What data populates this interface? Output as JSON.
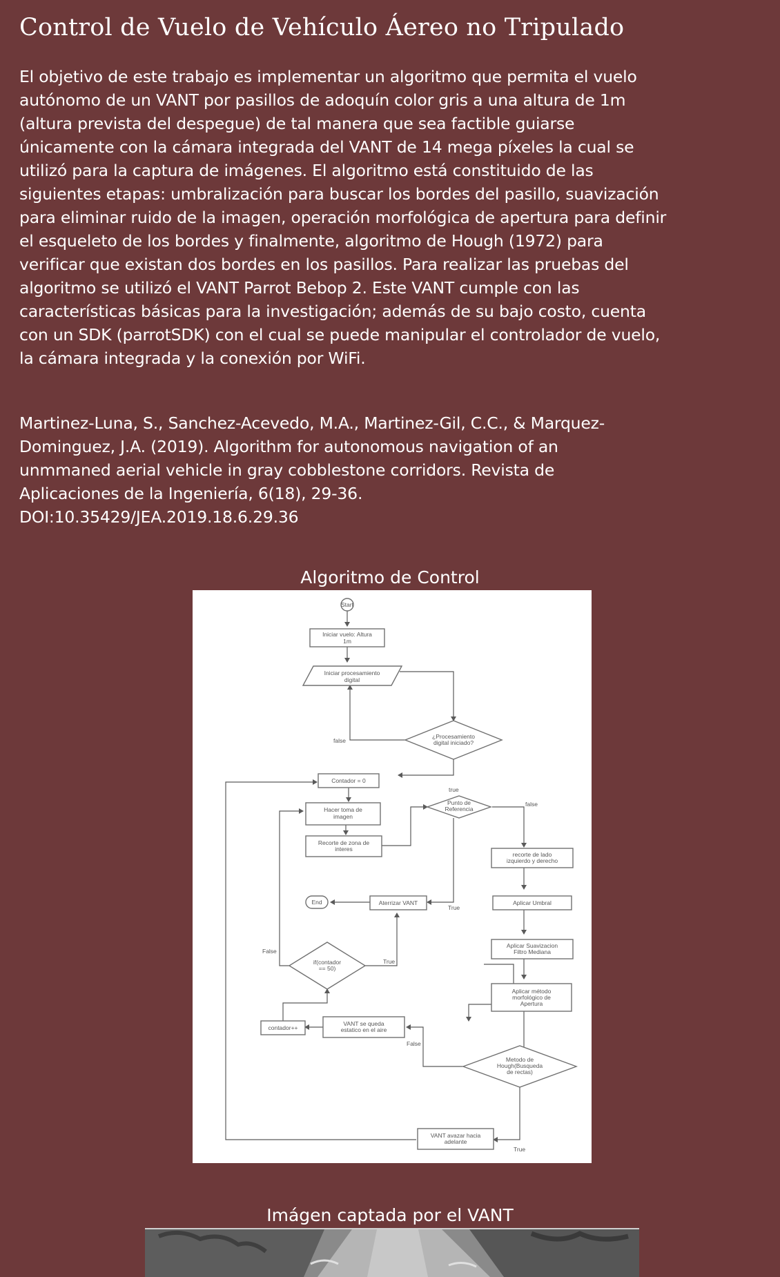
{
  "header": {
    "title": "Control de Vuelo de Vehículo Áereo no Tripulado"
  },
  "abstract": {
    "text": "El objetivo de este trabajo es implementar un algoritmo que permita el vuelo autónomo de un VANT por pasillos de adoquín color gris a una altura de 1m (altura prevista del despegue) de tal manera que sea factible guiarse únicamente con la cámara integrada del VANT de 14 mega píxeles la cual se utilizó para la captura de imágenes. El algoritmo está constituido de las siguientes etapas: umbralización para buscar los bordes del pasillo, suavización para eliminar ruido de la imagen, operación morfológica de apertura para definir el esqueleto de los bordes y finalmente, algoritmo de Hough (1972) para verificar que existan dos bordes en los pasillos. Para realizar las pruebas del algoritmo se utilizó el VANT Parrot Bebop 2. Este VANT cumple con las características básicas para la investigación; además de su bajo costo, cuenta con un SDK (parrotSDK) con el cual se puede manipular el controlador de vuelo, la cámara integrada y la conexión por WiFi."
  },
  "citation": {
    "text": "Martinez-Luna, S., Sanchez-Acevedo, M.A., Martinez-Gil, C.C., & Marquez-Dominguez, J.A. (2019). Algorithm for autonomous navigation of an unmmaned aerial vehicle in gray cobblestone corridors. Revista de Aplicaciones de la Ingeniería, 6(18), 29-36.",
    "doi": "DOI:10.35429/JEA.2019.18.6.29.36"
  },
  "figure1": {
    "title": "Algoritmo de Control",
    "nodes": {
      "start": "Start",
      "init_flight_l1": "Iniciar vuelo: Altura",
      "init_flight_l2": "1m",
      "init_proc_l1": "Iniciar procesamiento",
      "init_proc_l2": "digital",
      "proc_started_l1": "¿Procesamiento",
      "proc_started_l2": "digital iniciado?",
      "counter_zero": "Contador = 0",
      "take_image_l1": "Hacer toma de",
      "take_image_l2": "imagen",
      "crop_zone_l1": "Recorte de zona de",
      "crop_zone_l2": "interes",
      "ref_point_l1": "Punto de",
      "ref_point_l2": "Referencia",
      "crop_sides_l1": "recorte de lado",
      "crop_sides_l2": "izquierdo y derecho",
      "end": "End",
      "land": "Aterrizar VANT",
      "threshold": "Aplicar Umbral",
      "smooth_l1": "Aplicar Suavizacion",
      "smooth_l2": "Filtro Mediana",
      "if_counter_l1": "if(contador",
      "if_counter_l2": "== 50)",
      "morph_l1": "Aplicar método",
      "morph_l2": "morfológico de",
      "morph_l3": "Apertura",
      "counter_inc": "contador++",
      "hover_l1": "VANT se queda",
      "hover_l2": "estatico en el aire",
      "hough_l1": "Metodo de",
      "hough_l2": "Hough(Busqueda",
      "hough_l3": "de rectas)",
      "advance_l1": "VANT avazar hacia",
      "advance_l2": "adelante"
    },
    "edge_labels": {
      "false_proc": "false",
      "true_proc": "true",
      "false_ref": "false",
      "true_ref": "True",
      "false_if": "False",
      "true_if": "True",
      "false_hough": "False",
      "true_hough": "True"
    }
  },
  "figure2": {
    "title": "Imágen captada por el VANT"
  }
}
